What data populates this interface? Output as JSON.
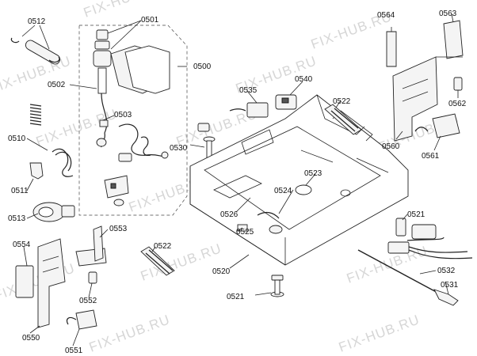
{
  "watermark": "FIX-HUB.RU",
  "labels": {
    "l0512": "0512",
    "l0501": "0501",
    "l0500": "0500",
    "l0502": "0502",
    "l0503": "0503",
    "l0510": "0510",
    "l0511": "0511",
    "l0513": "0513",
    "l0535": "0535",
    "l0540": "0540",
    "l0522a": "0522",
    "l0564": "0564",
    "l0563": "0563",
    "l0562": "0562",
    "l0560": "0560",
    "l0561": "0561",
    "l0530": "0530",
    "l0523": "0523",
    "l0524": "0524",
    "l0526": "0526",
    "l0525": "0525",
    "l0521a": "0521",
    "l0553": "0553",
    "l0554": "0554",
    "l0522b": "0522",
    "l0520": "0520",
    "l0521b": "0521",
    "l0532": "0532",
    "l0531": "0531",
    "l0552": "0552",
    "l0550": "0550",
    "l0551": "0551"
  }
}
